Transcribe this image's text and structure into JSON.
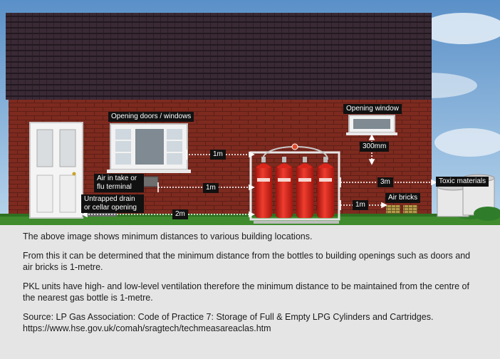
{
  "diagram": {
    "labels": {
      "opening_doors_windows": "Opening doors / windows",
      "opening_window": "Opening window",
      "air_intake": "Air in take or flu terminal",
      "untrapped_drain": "Untrapped drain or cellar opening",
      "toxic_materials": "Toxic materials",
      "air_bricks": "Air bricks"
    },
    "distances": {
      "window_to_bottles": "1m",
      "air_intake_to_bottles": "1m",
      "drain_to_bottles": "2m",
      "opening_window_vertical": "300mm",
      "toxic_to_bottles": "3m",
      "air_bricks_to_bottles": "1m"
    }
  },
  "caption": {
    "paragraphs": [
      "The above image shows minimum distances to various building locations.",
      "From this it can be determined that the minimum distance from the bottles to building openings such as doors and air bricks is 1-metre.",
      "PKL units have high- and low-level ventilation therefore the minimum distance to be maintained from the centre of the nearest gas bottle is 1-metre."
    ],
    "source": "Source: LP Gas Association: Code of Practice 7: Storage of Full & Empty LPG Cylinders and Cartridges.",
    "url": "https://www.hse.gov.uk/comah/sragtech/techmeasareaclas.htm"
  },
  "colors": {
    "sky": "#7fb2da",
    "brick": "#7e2a1f",
    "roof": "#3a2a35",
    "cylinder": "#d8261c",
    "grass": "#3f8b2d",
    "label_bg": "#111111",
    "caption_bg": "#e5e5e5"
  }
}
